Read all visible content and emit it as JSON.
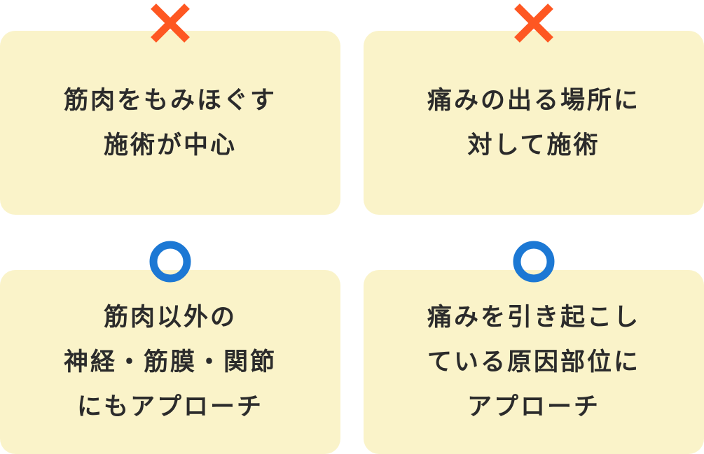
{
  "colors": {
    "card": "#faf3c9",
    "cross": "#fe5722",
    "circle": "#1c78d4"
  },
  "cards": [
    {
      "mark": "cross",
      "lines": [
        "筋肉をもみほぐす",
        "施術が中心"
      ]
    },
    {
      "mark": "cross",
      "lines": [
        "痛みの出る場所に",
        "対して施術"
      ]
    },
    {
      "mark": "circle",
      "lines": [
        "筋肉以外の",
        "神経・筋膜・関節",
        "にもアプローチ"
      ]
    },
    {
      "mark": "circle",
      "lines": [
        "痛みを引き起こし",
        "ている原因部位に",
        "アプローチ"
      ]
    }
  ]
}
